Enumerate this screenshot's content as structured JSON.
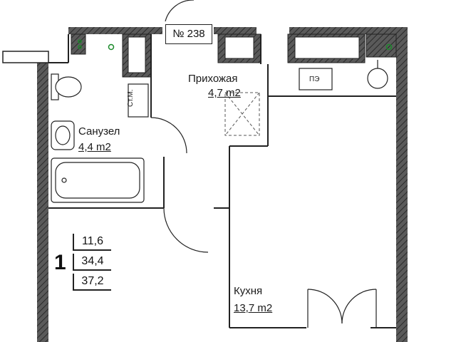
{
  "apartment": {
    "number_label": "№ 238",
    "rooms_count": "1",
    "stats": [
      "11,6",
      "34,4",
      "37,2"
    ]
  },
  "rooms": {
    "hallway": {
      "name": "Прихожая",
      "area": "4,7 m2"
    },
    "bathroom": {
      "name": "Санузел",
      "area": "4,4 m2"
    },
    "kitchen": {
      "name": "Кухня",
      "area": "13,7 m2"
    }
  },
  "tags": {
    "riser": "Ст.М.",
    "electric_panel": "ПЭ"
  }
}
